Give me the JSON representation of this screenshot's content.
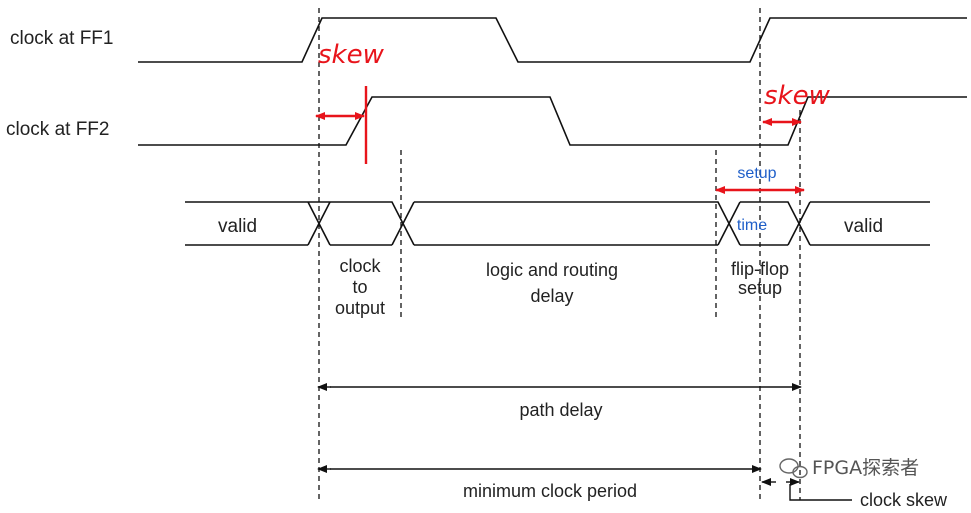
{
  "signals": {
    "ff1_label": "clock at FF1",
    "ff2_label": "clock at FF2"
  },
  "data_bus": {
    "valid_left": "valid",
    "valid_right": "valid"
  },
  "segments": {
    "clock_to_output_line1": "clock",
    "clock_to_output_line2": "to",
    "clock_to_output_line3": "output",
    "logic_routing_line1": "logic and routing",
    "logic_routing_line2": "delay",
    "flipflop_setup_line1": "flip-flop",
    "flipflop_setup_line2": "setup"
  },
  "dimensions": {
    "path_delay": "path delay",
    "min_clock_period": "minimum clock period",
    "clock_skew": "clock skew"
  },
  "annotations": {
    "skew_1": "skew",
    "skew_2": "skew",
    "setup": "setup",
    "time": "time",
    "annotation_color": "#e8141b",
    "note_color": "#1f5fc9"
  },
  "watermark": {
    "text": "FPGA探索者",
    "icon": "wechat-icon"
  }
}
